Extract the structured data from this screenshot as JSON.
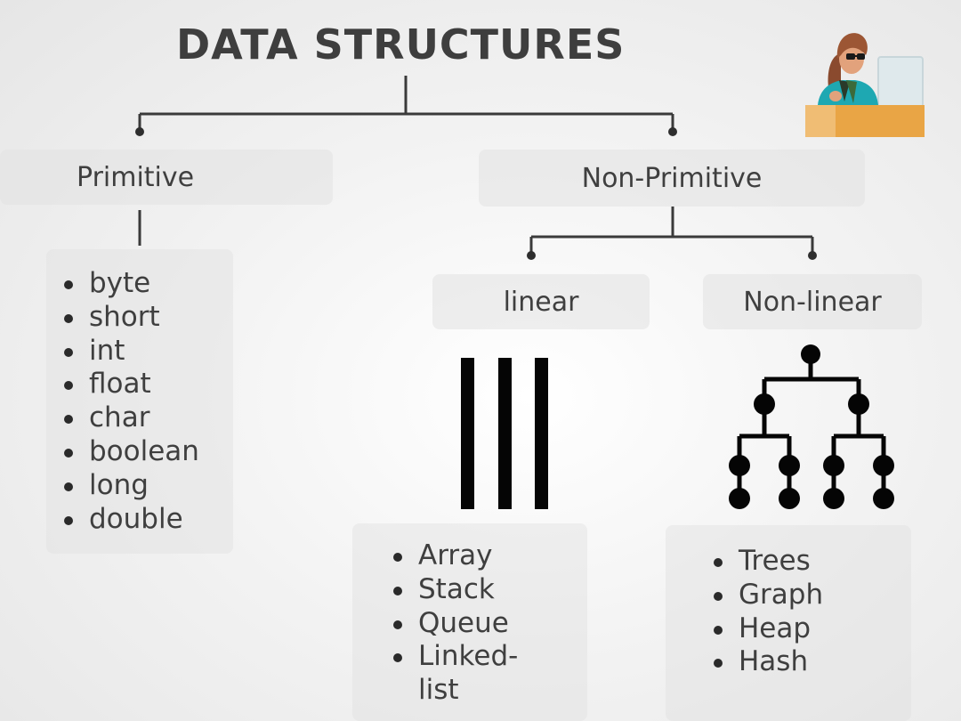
{
  "title": "DATA STRUCTURES",
  "primitive": {
    "label": "Primitive",
    "items": [
      "byte",
      "short",
      "int",
      "float",
      "char",
      "boolean",
      "long",
      "double"
    ]
  },
  "non_primitive": {
    "label": "Non-Primitive",
    "linear": {
      "label": "linear",
      "items": [
        "Array",
        "Stack",
        "Queue",
        "Linked-\nlist"
      ]
    },
    "non_linear": {
      "label": "Non-linear",
      "items": [
        "Trees",
        "Graph",
        "Heap",
        "Hash"
      ]
    }
  }
}
